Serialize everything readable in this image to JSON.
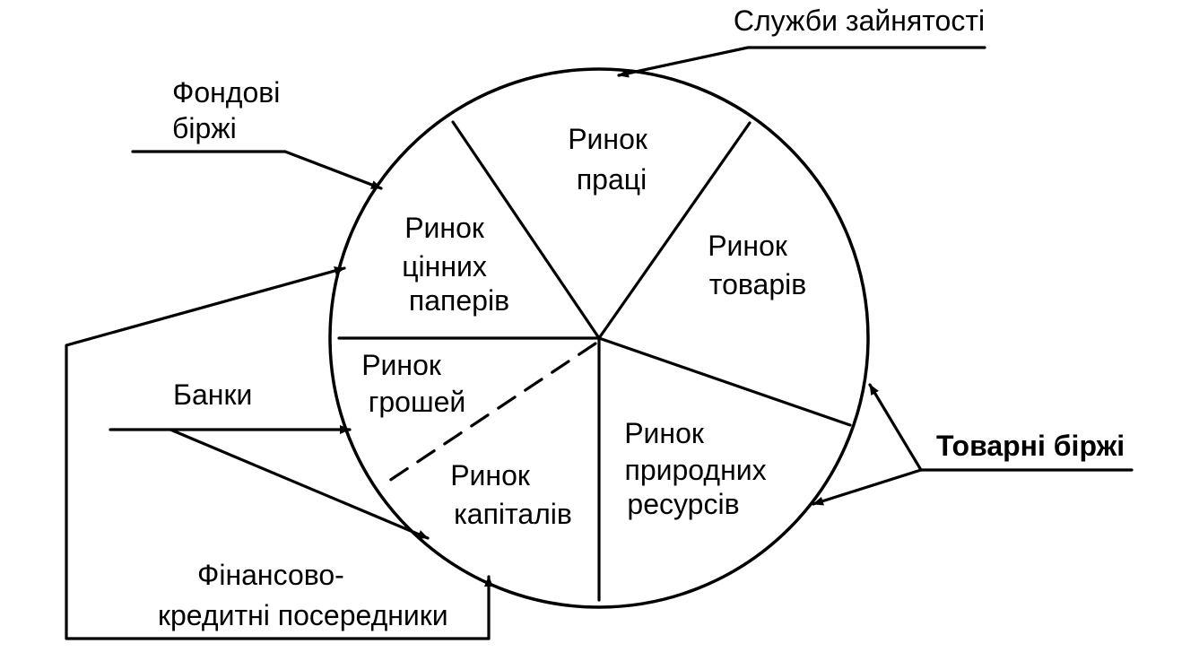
{
  "segments": {
    "labour": [
      "Ринок",
      "праці"
    ],
    "goods": [
      "Ринок",
      "товарів"
    ],
    "securities": [
      "Ринок",
      "цінних",
      "паперів"
    ],
    "money": [
      "Ринок",
      "грошей"
    ],
    "capital": [
      "Ринок",
      "капіталів"
    ],
    "natural": [
      "Ринок",
      "природних",
      "ресурсів"
    ]
  },
  "institutions": {
    "employment": "Служби зайнятості",
    "stock_exchanges": [
      "Фондові",
      "біржі"
    ],
    "banks": "Банки",
    "commodity_exchanges": "Товарні біржі",
    "financial_intermediaries": [
      "Фінансово-",
      "кредитні посередники"
    ]
  }
}
